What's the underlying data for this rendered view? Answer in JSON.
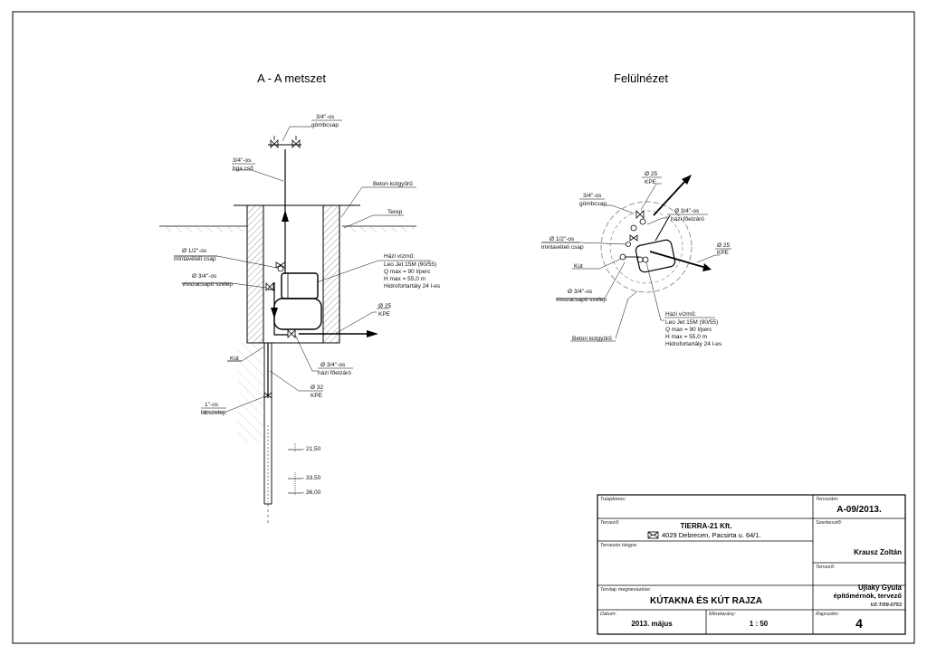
{
  "section_view": {
    "title": "A - A metszet",
    "labels": {
      "gombcsap_size": "3/4\"-os",
      "gombcsap": "gömbcsap",
      "hga_size": "3/4\"-os",
      "hga": "hga cső",
      "beton": "Beton kútgyűrű",
      "terep": "Terep",
      "mintaveteli_size": "Ø 1/2\"-os",
      "mintaveteli": "mintavételi csap",
      "visszacsapo_size": "Ø 3/4\"-os",
      "visszacsapo": "visszacsapó szelep",
      "hazi_vizmu": "Házi vízmű:",
      "pump_model": "Leo Jet 15M (90/55)",
      "q_max": "Q max = 90 l/perc",
      "h_max": "H max = 55,0 m",
      "hidrofor": "Hidrofortartály 24 l-es",
      "kpe25_size": "Ø 25",
      "kpe25": "KPE",
      "kut": "Kút",
      "fozaro_size": "Ø 3/4\"-os",
      "fozaro": "házi főelzáró",
      "kpe32_size": "Ø 32",
      "kpe32": "KPE",
      "labszelep_size": "1\"-os",
      "labszelep": "lábszelep",
      "level1": "- 21,50",
      "level2": "- 33,50",
      "level3": "- 36,00"
    }
  },
  "plan_view": {
    "title": "Felülnézet",
    "labels": {
      "kpe25a_size": "Ø 25",
      "kpe25a": "KPE",
      "gombcsap_size": "3/4\"-os",
      "gombcsap": "gömbcsap",
      "fozaro_size": "Ø 3/4\"-os",
      "fozaro": "házi főelzáró",
      "mintaveteli_size": "Ø 1/2\"-os",
      "mintaveteli": "mintavételi csap",
      "kpe25b_size": "Ø 25",
      "kpe25b": "KPE",
      "kut": "Kút",
      "visszacsapo_size": "Ø 3/4\"-os",
      "visszacsapo": "visszacsapó szelep",
      "hazi_vizmu": "Házi vízmű:",
      "pump_model": "Leo Jet 15M (90/55)",
      "q_max": "Q max = 90 l/perc",
      "h_max": "H max = 55,0 m",
      "hidrofor": "Hidrofortartály 24 l-es",
      "beton": "Beton kútgyűrű"
    }
  },
  "title_block": {
    "tulajdonos_caption": "Tulajdonos:",
    "tervszam_caption": "Tervszám:",
    "tervszam": "A-09/2013.",
    "tervezo_caption": "Tervező:",
    "company": "TIERRA-21 Kft.",
    "address": "4029 Debrecen, Pacsirta u. 64/1.",
    "szerkeszto_caption": "Szerkesztő:",
    "szerkeszto": "Krausz Zoltán",
    "tervezes_targya_caption": "Tervezés tárgya:",
    "tervezo2_caption": "Tervező:",
    "designer_name": "Ujlaky Gyula",
    "designer_title": "építőmérnök, tervező",
    "designer_id": "VZ-T/09-0753",
    "tervlap_caption": "Tervlap megnevezése:",
    "sheet_name": "KÚTAKNA ÉS KÚT RAJZA",
    "datum_caption": "Dátum:",
    "datum": "2013. május",
    "meretarany_caption": "Méretarány:",
    "meretarany": "1 : 50",
    "rajzszam_caption": "Rajzszám:",
    "rajzszam": "4"
  },
  "icons": {
    "envelope": "envelope-icon"
  }
}
